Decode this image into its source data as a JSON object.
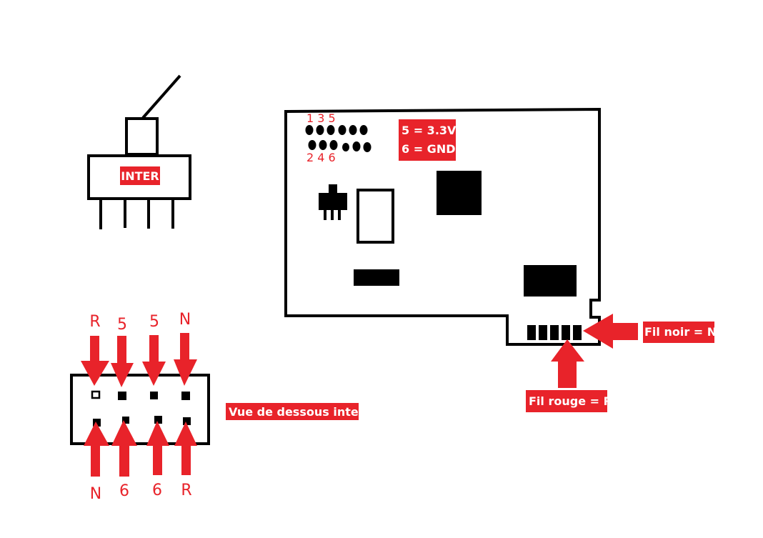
{
  "colors": {
    "background": "#ffffff",
    "ink": "#000000",
    "red": "#e8232a",
    "label_text": "#ffffff"
  },
  "switch_side": {
    "label": "INTER",
    "pin_count": 4
  },
  "switch_bottom": {
    "caption": "Vue de dessous inter",
    "top_labels": [
      "R",
      "5",
      "5",
      "N"
    ],
    "bottom_labels": [
      "N",
      "6",
      "6",
      "R"
    ]
  },
  "board": {
    "header_top_numbers": "1 3 5",
    "header_bottom_numbers": "2 4 6",
    "legend_line1": "5 = 3.3V",
    "legend_line2": "6 = GND",
    "connector_pin_count": 5,
    "wire_black_label": "Fil noir = N",
    "wire_red_label": "Fil rouge = R"
  }
}
